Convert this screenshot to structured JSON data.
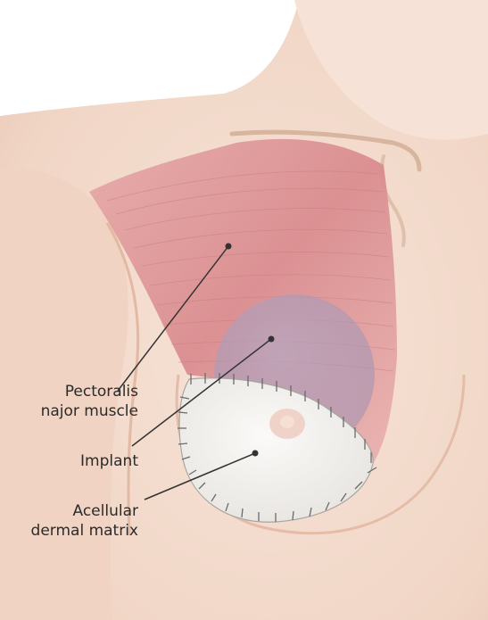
{
  "labels": {
    "pectoralis": {
      "line1": "Pectoralis",
      "line2": "najor muscle"
    },
    "implant": {
      "line1": "Implant"
    },
    "adm": {
      "line1": "Acellular",
      "line2": "dermal matrix"
    }
  },
  "colors": {
    "skin": "#f3d9ca",
    "skin_shadow": "#e9c3b0",
    "muscle": "#d98c8f",
    "muscle_light": "#ecb7b5",
    "implant_overlay": "#b5a8c4",
    "matrix": "#f4f2ef",
    "suture": "#6b6b6b",
    "leader": "#333333"
  }
}
